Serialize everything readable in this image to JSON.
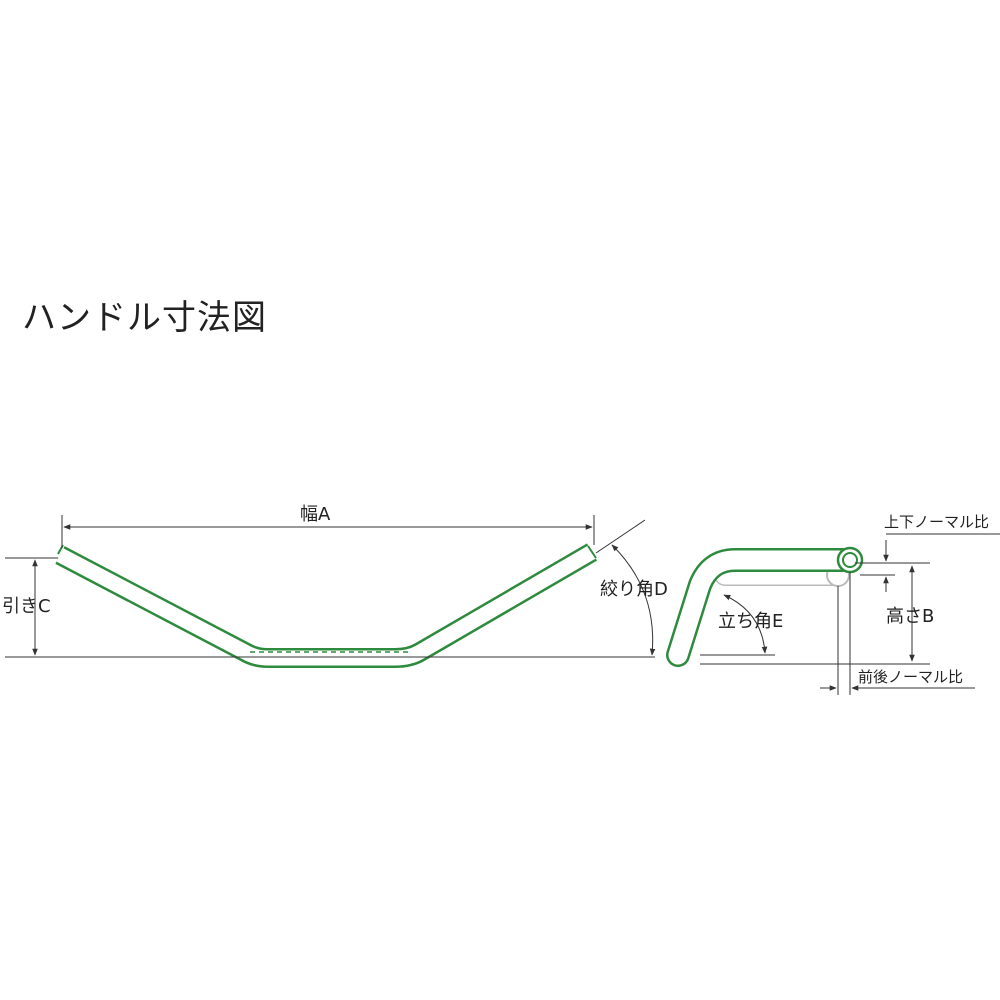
{
  "title": "ハンドル寸法図",
  "labels": {
    "width": "幅A",
    "pullback": "引きC",
    "sweep_angle": "絞り角D",
    "rise_angle": "立ち角E",
    "height": "高さB",
    "vertical_normal": "上下ノーマル比",
    "fore_aft_normal": "前後ノーマル比"
  },
  "colors": {
    "tube_outline": "#2e8b3e",
    "tube_fill": "#ffffff",
    "ghost": "#bbbbbb",
    "dimension_line": "#333333"
  }
}
